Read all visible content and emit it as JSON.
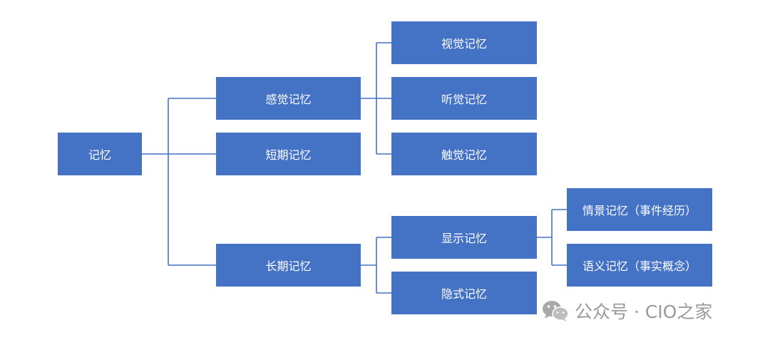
{
  "diagram": {
    "root": "记忆",
    "sensory": "感觉记忆",
    "short_term": "短期记忆",
    "long_term": "长期记忆",
    "visual": "视觉记忆",
    "auditory": "听觉记忆",
    "tactile": "触觉记忆",
    "explicit": "显示记忆",
    "implicit": "隐式记忆",
    "episodic": "情景记忆（事件经历）",
    "semantic": "语义记忆（事实概念）"
  },
  "watermark": {
    "icon": "wechat-icon",
    "text": "公众号 · CIO之家"
  },
  "colors": {
    "node_fill": "#4472c4",
    "node_text": "#ffffff",
    "connector": "#4472c4",
    "watermark": "#9a9a9a"
  }
}
